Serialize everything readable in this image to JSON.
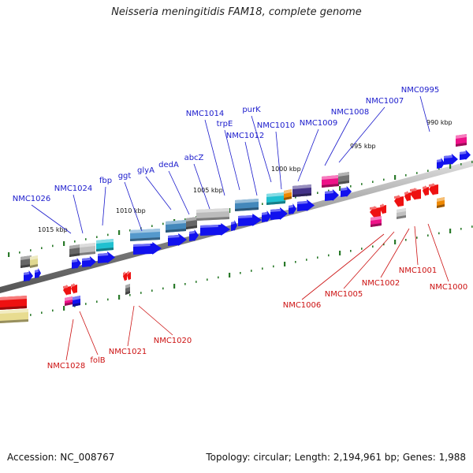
{
  "title": "Neisseria meningitidis FAM18, complete genome",
  "footer": {
    "accession": "Accession: NC_008767",
    "summary": "Topology: circular; Length: 2,194,961 bp; Genes: 1,988"
  },
  "colors": {
    "forward_label": "#1a1acc",
    "reverse_label": "#cc1111",
    "backbone": "#777777",
    "tick": "#2a7a2a"
  },
  "ruler": [
    "990 kbp",
    "995 kbp",
    "1000 kbp",
    "1005 kbp",
    "1010 kbp",
    "1015 kbp"
  ],
  "forward_genes": [
    "NMC0995",
    "NMC1007",
    "NMC1008",
    "NMC1009",
    "NMC1010",
    "purK",
    "NMC1012",
    "trpE",
    "NMC1014",
    "abcZ",
    "dedA",
    "glyA",
    "ggt",
    "fbp",
    "NMC1024",
    "NMC1026"
  ],
  "reverse_genes": [
    "NMC1000",
    "NMC1001",
    "NMC1002",
    "NMC1005",
    "NMC1006",
    "NMC1020",
    "NMC1021",
    "folB",
    "NMC1028"
  ]
}
